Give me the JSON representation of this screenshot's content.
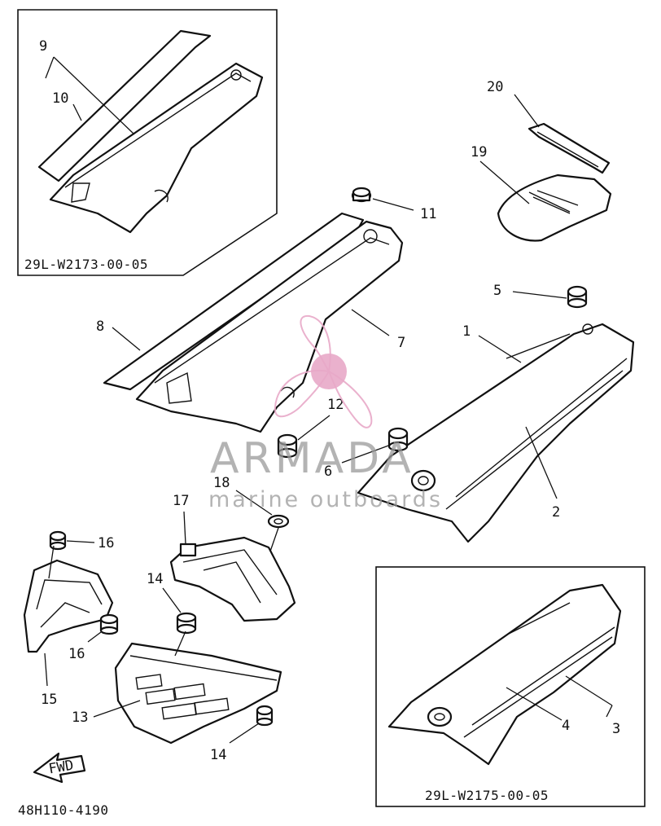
{
  "watermark": {
    "brand": "ARMADA",
    "tagline": "marine outboards",
    "color": "#e8a8c8"
  },
  "inset_codes": {
    "top_left": "29L-W2173-00-05",
    "bottom_right": "29L-W2175-00-05"
  },
  "drawing_number": "48H110-4190",
  "fwd_label": "FWD",
  "callouts": [
    "9",
    "10",
    "20",
    "19",
    "11",
    "5",
    "8",
    "7",
    "1",
    "12",
    "6",
    "2",
    "18",
    "17",
    "16",
    "14",
    "16",
    "15",
    "13",
    "14",
    "4",
    "3"
  ]
}
